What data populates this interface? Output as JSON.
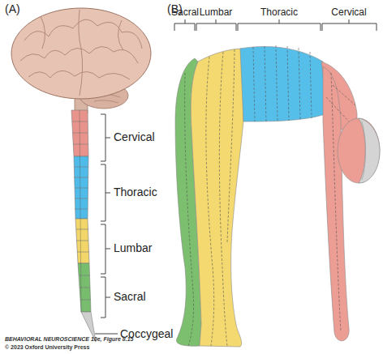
{
  "diagram": {
    "labels": [
      "(A)",
      "Cervical",
      "Thoracic",
      "Lumbar",
      "Sacral",
      "Coccygeal",
      "(B)",
      "Sacral",
      "Lumbar",
      "Thoracic",
      "Cervical",
      "BEHAVIORAL NEUROSCIENCE 10e, Figure 8.15",
      "© 2023 Oxford University Press"
    ]
  }
}
